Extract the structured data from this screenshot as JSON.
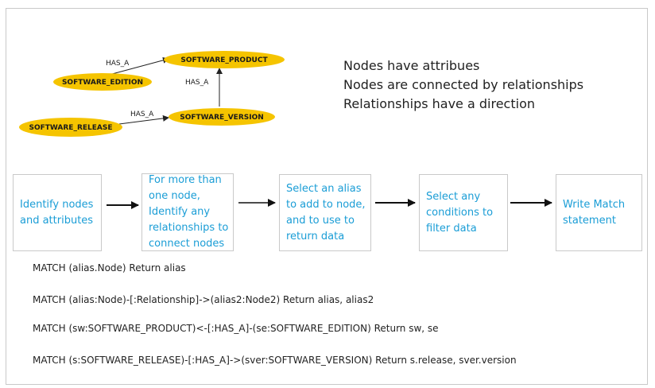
{
  "graph": {
    "nodes": {
      "software_product": "SOFTWARE_PRODUCT",
      "software_edition": "SOFTWARE_EDITION",
      "software_version": "SOFTWARE_VERSION",
      "software_release": "SOFTWARE_RELEASE"
    },
    "edges": {
      "edition_to_product": "HAS_A",
      "version_to_product": "HAS_A",
      "release_to_version": "HAS_A"
    },
    "node_color": "#f5c400"
  },
  "notes": [
    "Nodes have attribues",
    "Nodes are connected by relationships",
    "Relationships have a direction"
  ],
  "steps": [
    "Identify nodes\nand attributes",
    "For more than\none node,\nIdentify any\nrelationships to\nconnect nodes",
    "Select an alias\nto add to node,\nand to use to\nreturn data",
    "Select any\nconditions to\nfilter data",
    "Write Match\nstatement"
  ],
  "step_text_color": "#1a9dd6",
  "queries": [
    "MATCH (alias.Node) Return alias",
    "MATCH (alias:Node)-[:Relationship]->(alias2:Node2) Return alias, alias2",
    "MATCH (sw:SOFTWARE_PRODUCT)<-[:HAS_A]-(se:SOFTWARE_EDITION) Return sw, se",
    "MATCH (s:SOFTWARE_RELEASE)-[:HAS_A]->(sver:SOFTWARE_VERSION) Return s.release, sver.version"
  ]
}
